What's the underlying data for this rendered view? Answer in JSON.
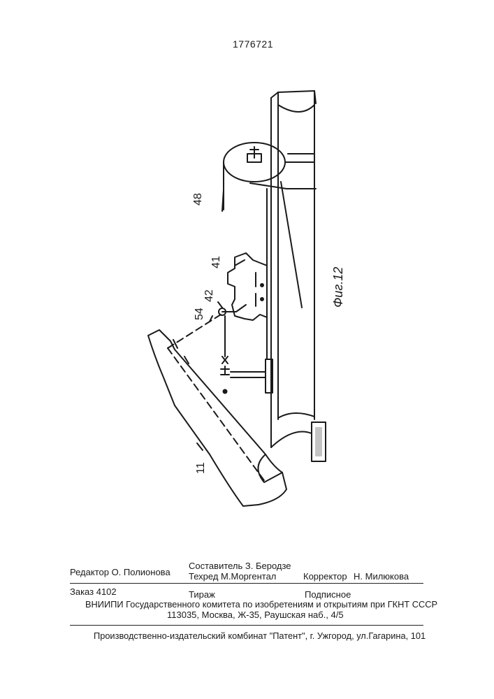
{
  "patent_number": "1776721",
  "figure": {
    "caption": "Фиг.12",
    "labels": {
      "l48": "48",
      "l41": "41",
      "l42": "42",
      "l54": "54",
      "l11": "11"
    }
  },
  "imprint": {
    "editor": "Редактор О. Полионова",
    "compiler": "Составитель  З. Беродзе",
    "techred": "Техред М.Моргентал",
    "corrector_label": "Корректор",
    "corrector_name": "Н. Милюкова",
    "order": "Заказ 4102",
    "circulation": "Тираж",
    "subscription": "Подписное",
    "institute": "ВНИИПИ Государственного комитета по изобретениям и открытиям при ГКНТ СССР",
    "address": "113035, Москва, Ж-35, Раушская наб., 4/5",
    "publisher": "Производственно-издательский комбинат \"Патент\", г. Ужгород, ул.Гагарина, 101"
  }
}
